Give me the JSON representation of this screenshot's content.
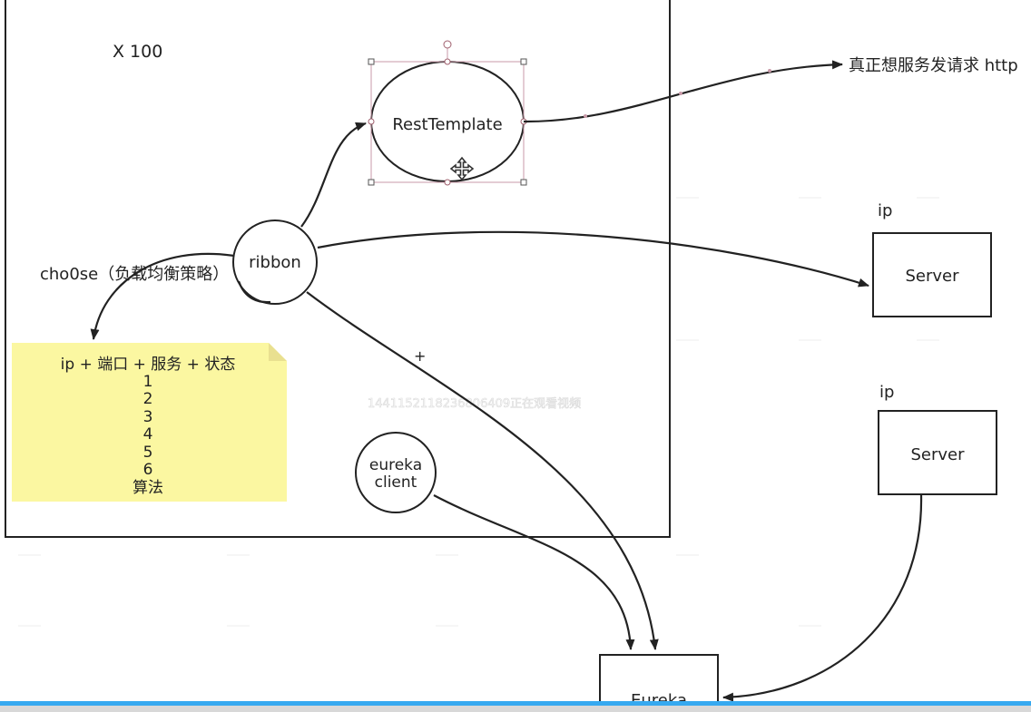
{
  "labels": {
    "multiplier": "X 100",
    "rest_template": "RestTemplate",
    "ribbon": "ribbon",
    "choose": "cho0se（负载均衡策略）",
    "real_request": "真正想服务发请求 http",
    "eureka_client_line1": "eureka",
    "eureka_client_line2": "client",
    "ip_1": "ip",
    "ip_2": "ip",
    "server_1": "Server",
    "server_2": "Server",
    "eureka": "Eureka",
    "plus_mark": "+",
    "watermark": "1441152118236806409正在观看视频"
  },
  "note": {
    "lines": [
      "ip + 端口 + 服务 + 状态",
      "1",
      "2",
      "3",
      "4",
      "5",
      "6",
      "算法"
    ]
  },
  "colors": {
    "stroke": "#222222",
    "note_fill": "#fbf7a1",
    "note_fold": "#e9e090",
    "selection": "#c89aa8",
    "progress": "#36a9f0"
  }
}
